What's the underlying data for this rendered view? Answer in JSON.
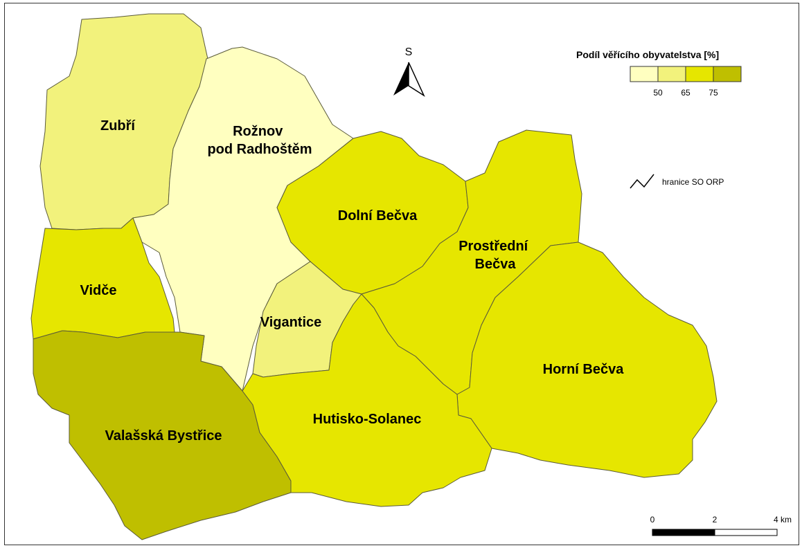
{
  "legend": {
    "title": "Podíl věřícího obyvatelstva [%]",
    "classes": [
      {
        "color": "#ffffc0"
      },
      {
        "color": "#f2f27c"
      },
      {
        "color": "#e6e600"
      },
      {
        "color": "#bfbf00"
      }
    ],
    "breaks": [
      "50",
      "65",
      "75"
    ],
    "border_label": "hranice SO ORP"
  },
  "north_arrow": {
    "letter": "S"
  },
  "scale_bar": {
    "labels": [
      "0",
      "2",
      "4 km"
    ]
  },
  "municipalities": [
    {
      "id": "zubri",
      "label_lines": [
        "Zubří"
      ],
      "color": "#f2f27c"
    },
    {
      "id": "roznov",
      "label_lines": [
        "Rožnov",
        "pod Radhoštěm"
      ],
      "color": "#ffffc0"
    },
    {
      "id": "dolni-becva",
      "label_lines": [
        "Dolní Bečva"
      ],
      "color": "#e6e600"
    },
    {
      "id": "prostredni-becva",
      "label_lines": [
        "Prostřední",
        "Bečva"
      ],
      "color": "#e6e600"
    },
    {
      "id": "vidce",
      "label_lines": [
        "Vidče"
      ],
      "color": "#e6e600"
    },
    {
      "id": "vigantice",
      "label_lines": [
        "Vigantice"
      ],
      "color": "#f2f27c"
    },
    {
      "id": "horni-becva",
      "label_lines": [
        "Horní Bečva"
      ],
      "color": "#e6e600"
    },
    {
      "id": "valasska-bystrice",
      "label_lines": [
        "Valašská Bystřice"
      ],
      "color": "#bfbf00"
    },
    {
      "id": "hutisko-solanec",
      "label_lines": [
        "Hutisko-Solanec"
      ],
      "color": "#e6e600"
    }
  ]
}
